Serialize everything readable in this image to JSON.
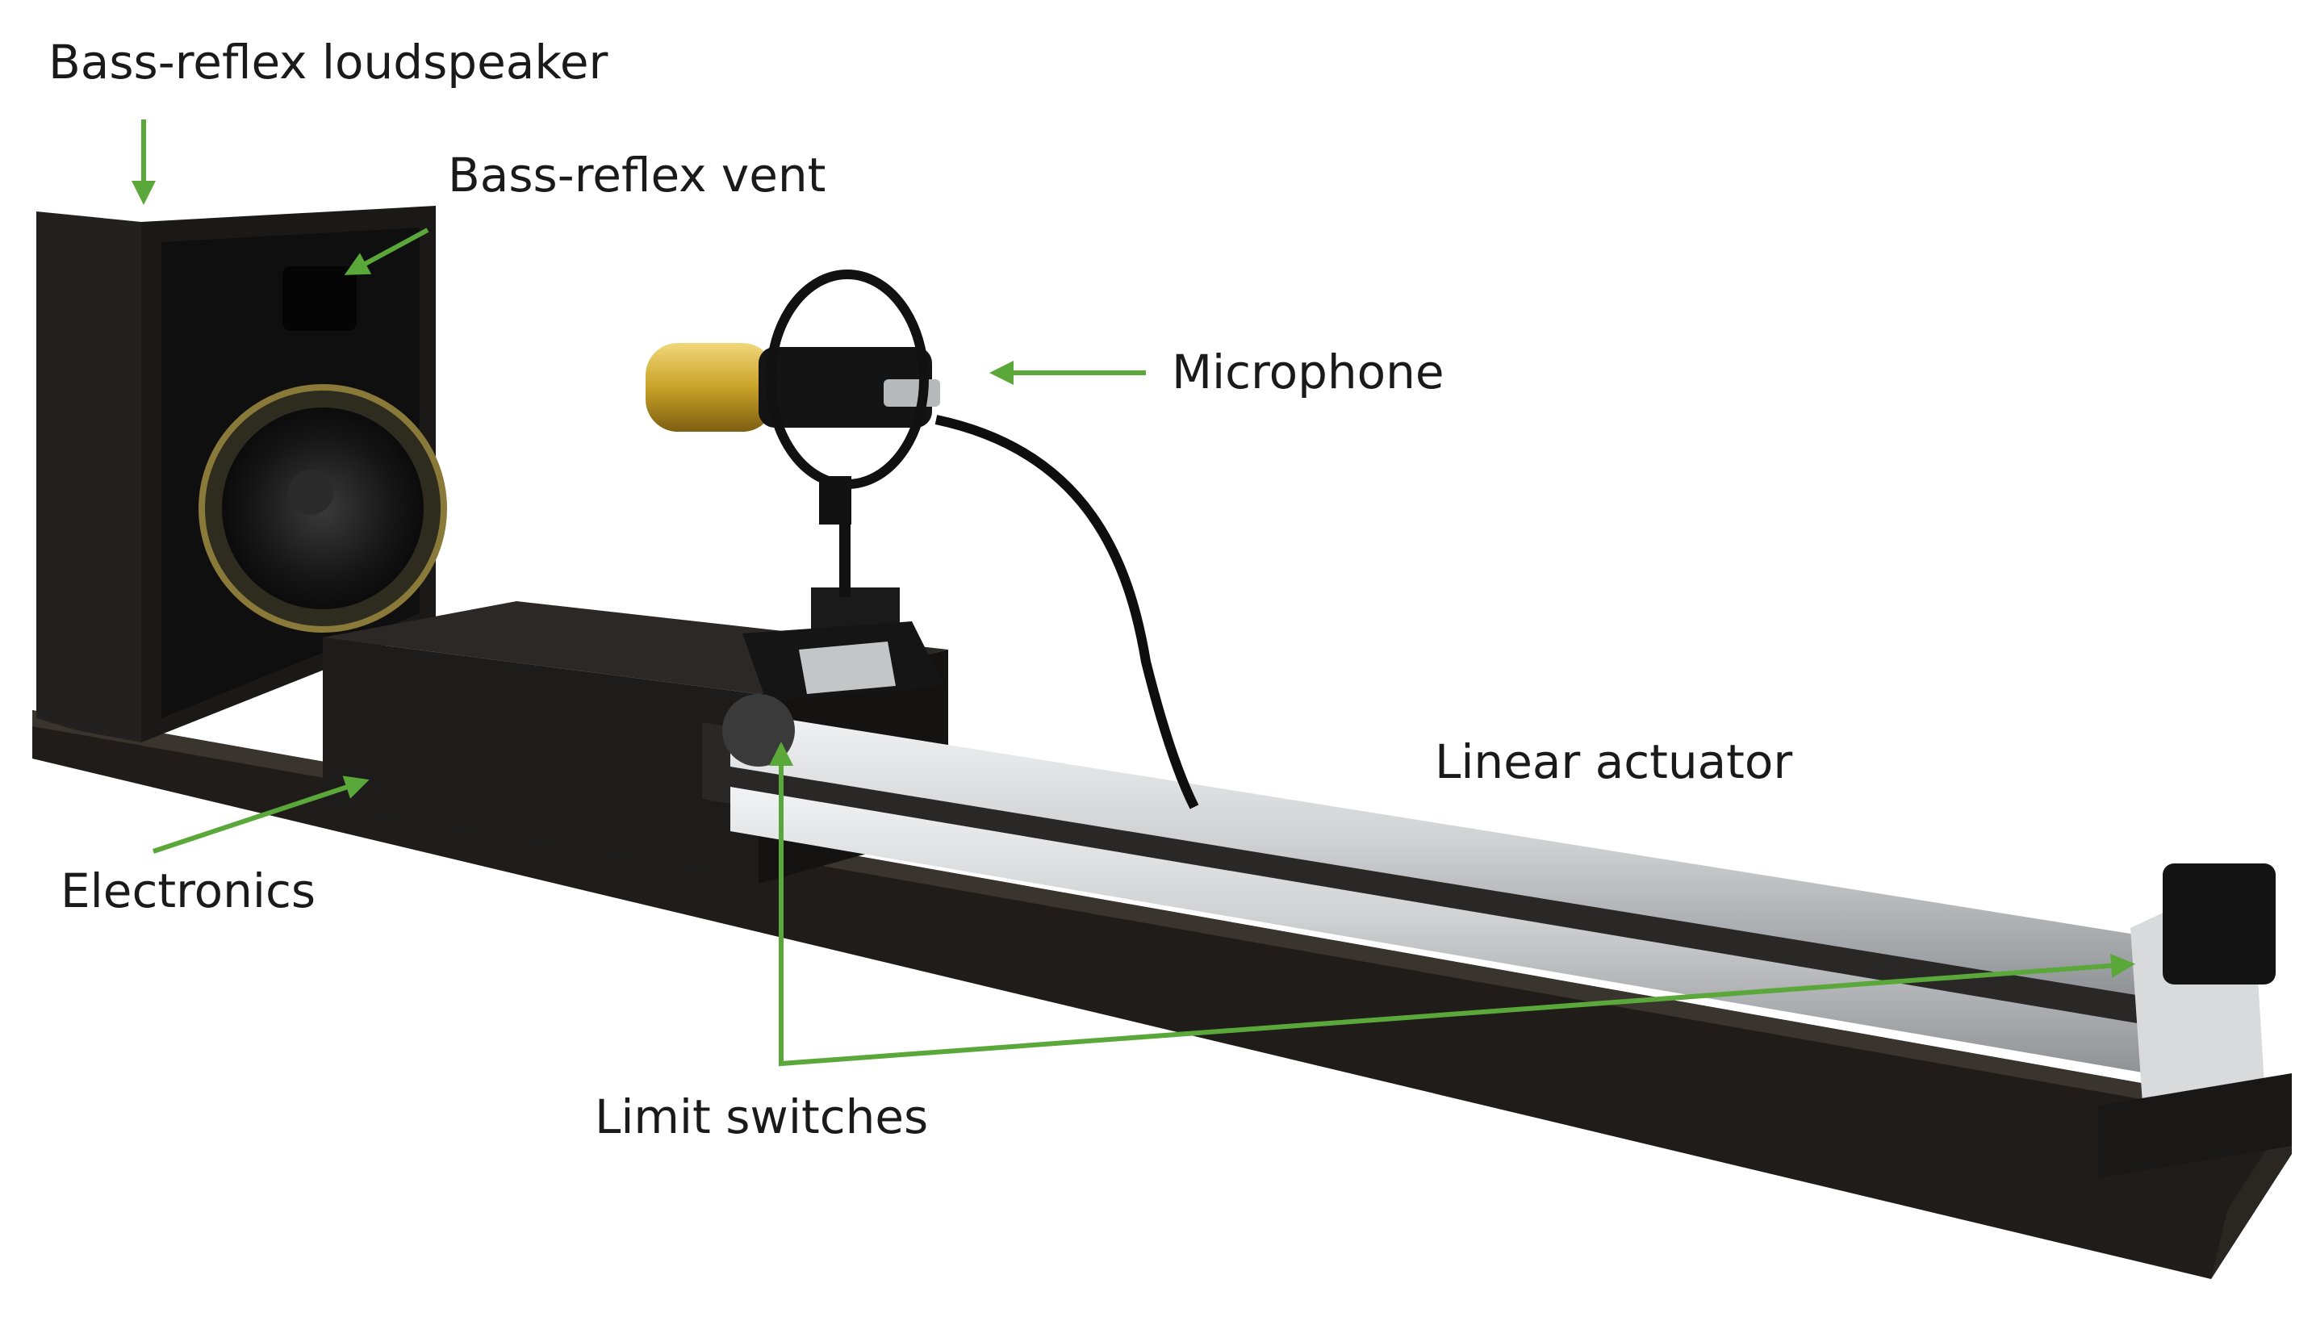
{
  "labels": {
    "loudspeaker": "Bass-reflex loudspeaker",
    "vent": "Bass-reflex vent",
    "microphone": "Microphone",
    "actuator": "Linear actuator",
    "electronics": "Electronics",
    "limit_switches": "Limit switches"
  },
  "colors": {
    "arrow": "#5aa83a",
    "label_text": "#1a1a1a",
    "wood": "#1c1a18",
    "rail": "#c9cbcd",
    "mic_gold": "#c9a227"
  }
}
